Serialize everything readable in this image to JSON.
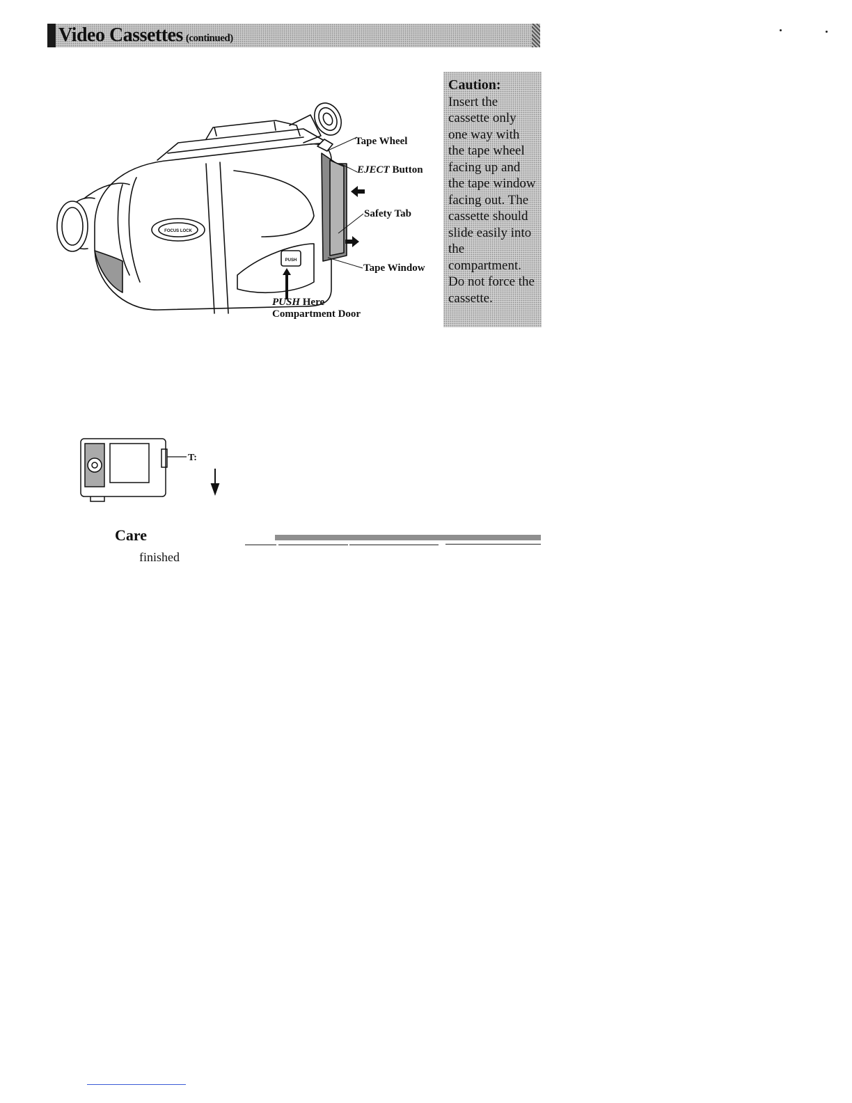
{
  "header": {
    "title": "Video Cassettes",
    "subtitle": "(continued)"
  },
  "caution": {
    "heading": "Caution:",
    "body": "Insert the cassette only one way with the tape wheel facing up and the tape window facing out. The cassette should slide easily into the compartment. Do not force the cassette."
  },
  "figure_labels": {
    "tape_wheel": "Tape Wheel",
    "eject_italic": "EJECT",
    "eject_rest": " Button",
    "safety_tab": "Safety Tab",
    "tape_window": "Tape Window",
    "push_italic": "PUSH",
    "push_rest": " Here",
    "compartment_door": "Compartment Door",
    "camera_push_badge": "PUSH",
    "camera_focus_badge": "FOCUS LOCK"
  },
  "cassette_label": "T:",
  "care": {
    "title": "Care",
    "text": "finished"
  }
}
